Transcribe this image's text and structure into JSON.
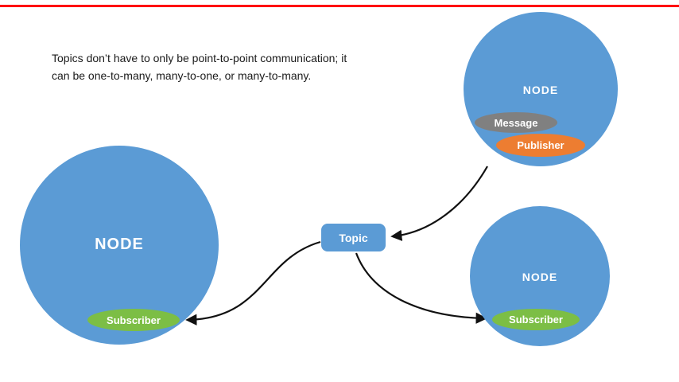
{
  "caption": {
    "line1": "Topics don’t have to only be point-to-point communication; it",
    "line2": "can be one-to-many, many-to-one, or many-to-many."
  },
  "topic": {
    "label": "Topic"
  },
  "nodes": {
    "left": {
      "label": "NODE",
      "subscriber": "Subscriber"
    },
    "top_right": {
      "label": "NODE",
      "message": "Message",
      "publisher": "Publisher"
    },
    "bottom_right": {
      "label": "NODE",
      "subscriber": "Subscriber"
    }
  },
  "colors": {
    "node_blue": "#5b9bd5",
    "subscriber_green": "#7cbe45",
    "publisher_orange": "#ed7d31",
    "message_gray": "#808080",
    "arrow_black": "#111111",
    "top_line_red": "#ff0000"
  }
}
